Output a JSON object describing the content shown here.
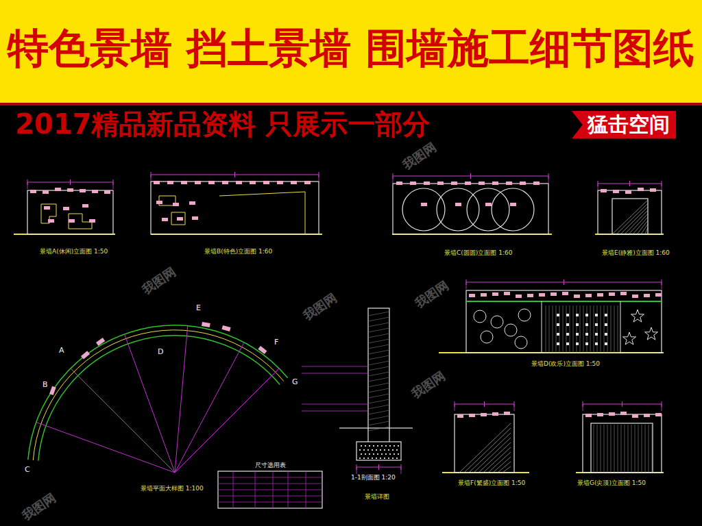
{
  "diagram": {
    "title": "特色景墙 挡土景墙 围墙施工细节图纸",
    "nodes": [
      {
        "text": [
          "猛击空间"
        ]
      }
    ],
    "labels": [
      "2017精品新品资料 只展示一部分",
      "景墙A(休闲)立面图 1:50",
      "景墙B(特色)立面图 1:60",
      "景墙C(圆圆)立面图 1:60",
      "景墙E(静雅)立面图 1:60",
      "景墙D(欢乐)立面图 1:50",
      "景墙F(繁盛)立面图 1:50",
      "景墙G(尖顶)立面图 1:50",
      "景墙平面大样图 1:100",
      "1-1剖面图 1:20",
      "景墙详图",
      "尺寸选用表",
      "A",
      "B",
      "C",
      "D",
      "E",
      "F",
      "G",
      "我图网",
      "我图网",
      "我图网",
      "我图网",
      "我图网",
      "我图网"
    ]
  }
}
